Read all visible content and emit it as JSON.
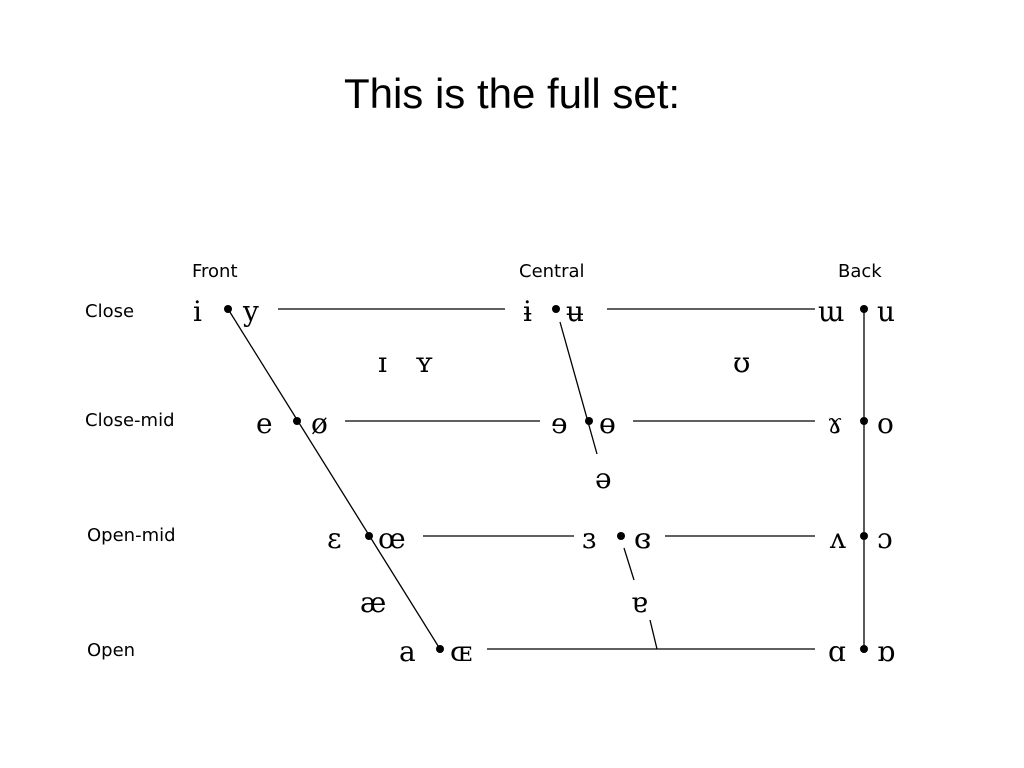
{
  "slide": {
    "title": "This is the full set:"
  },
  "columns": [
    "Front",
    "Central",
    "Back"
  ],
  "rows": [
    "Close",
    "Close-mid",
    "Open-mid",
    "Open"
  ],
  "vowels": {
    "close": {
      "front": [
        "i",
        "y"
      ],
      "central": [
        "ɨ",
        "ʉ"
      ],
      "back": [
        "ɯ",
        "u"
      ]
    },
    "near_close": [
      "ɪ",
      "ʏ",
      "ʊ"
    ],
    "close_mid": {
      "front": [
        "e",
        "ø"
      ],
      "central": [
        "ɘ",
        "ɵ"
      ],
      "back": [
        "ɤ",
        "o"
      ]
    },
    "mid": "ə",
    "open_mid": {
      "front": [
        "ɛ",
        "œ"
      ],
      "central": [
        "ɜ",
        "ɞ"
      ],
      "back": [
        "ʌ",
        "ɔ"
      ]
    },
    "near_open": [
      "æ",
      "ɐ"
    ],
    "open": {
      "front": [
        "a",
        "ɶ"
      ],
      "back": [
        "ɑ",
        "ɒ"
      ]
    }
  }
}
